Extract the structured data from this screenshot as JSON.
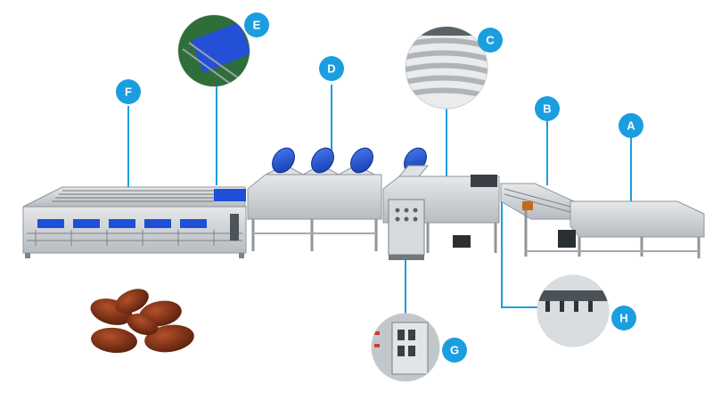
{
  "callouts": [
    {
      "id": "A",
      "label": "A"
    },
    {
      "id": "B",
      "label": "B"
    },
    {
      "id": "C",
      "label": "C"
    },
    {
      "id": "D",
      "label": "D"
    },
    {
      "id": "E",
      "label": "E"
    },
    {
      "id": "F",
      "label": "F"
    },
    {
      "id": "G",
      "label": "G"
    },
    {
      "id": "H",
      "label": "H"
    }
  ],
  "colors": {
    "callout_fill": "#1b9ee0",
    "leader_line": "#1b9ee0",
    "steel": "#c9cdd1",
    "steel_dark": "#8f959b",
    "blue_part": "#1f4fd6",
    "dates": "#7a2f16"
  }
}
